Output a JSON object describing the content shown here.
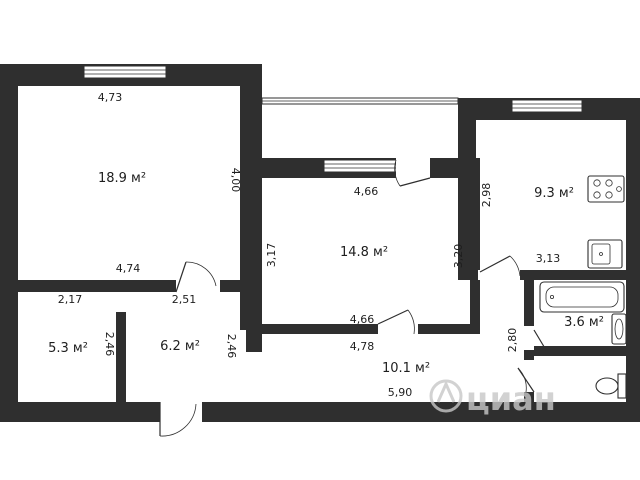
{
  "rooms": {
    "bedroom_big": {
      "area": "18.9 м²",
      "top_width": "4,73",
      "bottom_width": "4,74",
      "height": "4,00"
    },
    "room_middle": {
      "area": "14.8 м²",
      "top_width": "4,66",
      "bottom_width": "4,66",
      "left_height": "3,17",
      "right_height": "3,20"
    },
    "kitchen": {
      "area": "9.3 м²",
      "height": "2,98",
      "width": "3,13"
    },
    "bathroom": {
      "area": "3.6 м²",
      "height": "2,80"
    },
    "closet_left": {
      "area": "5.3 м²",
      "width": "2,17",
      "height": "2,46"
    },
    "closet_right": {
      "area": "6.2 м²",
      "width": "2,51",
      "height": "2,46"
    },
    "hallway": {
      "area": "10.1 м²",
      "top_width": "4,78",
      "bottom_width": "5,90"
    }
  },
  "watermark": {
    "text": "циан"
  }
}
